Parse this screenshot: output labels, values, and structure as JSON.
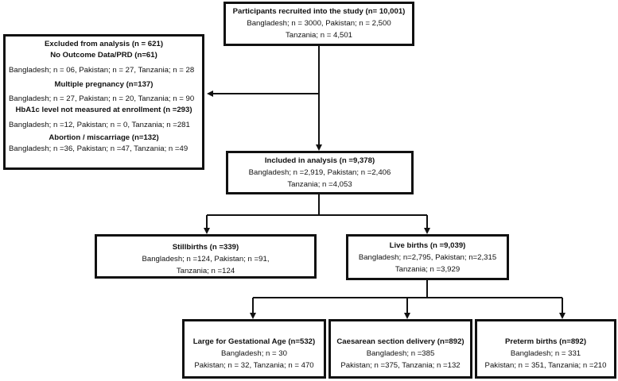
{
  "recruited": {
    "title": "Participants recruited into the study (n= 10,001)",
    "line1": "Bangladesh; n = 3000, Pakistan; n = 2,500",
    "line2": "Tanzania; n = 4,501"
  },
  "excluded": {
    "title": "Excluded from analysis (n = 621)",
    "no_outcome_title": "No Outcome Data/PRD (n=61)",
    "no_outcome_line": "Bangladesh; n = 06, Pakistan; n = 27, Tanzania; n = 28",
    "multiple_title": "Multiple pregnancy (n=137)",
    "multiple_line": "Bangladesh; n = 27, Pakistan; n = 20, Tanzania; n = 90",
    "hba1c_title": "HbA1c level not measured at enrollment (n =293)",
    "hba1c_line": "Bangladesh; n =12, Pakistan; n = 0, Tanzania; n =281",
    "abortion_title": "Abortion / miscarriage (n=132)",
    "abortion_line": "Bangladesh; n =36, Pakistan; n =47, Tanzania; n =49"
  },
  "included": {
    "title": "Included in analysis (n =9,378)",
    "line1": "Bangladesh; n =2,919, Pakistan; n =2,406",
    "line2": "Tanzania; n =4,053"
  },
  "stillbirths": {
    "title": "Stillbirths (n =339)",
    "line1": "Bangladesh; n =124, Pakistan; n =91,",
    "line2": "Tanzania; n =124"
  },
  "livebirths": {
    "title": "Live births (n =9,039)",
    "line1": "Bangladesh; n=2,795, Pakistan; n=2,315",
    "line2": "Tanzania; n =3,929"
  },
  "lga": {
    "title": "Large for Gestational Age (n=532)",
    "line1": "Bangladesh; n = 30",
    "line2": "Pakistan; n = 32, Tanzania; n = 470"
  },
  "caesarean": {
    "title": "Caesarean section delivery (n=892)",
    "line1": "Bangladesh; n =385",
    "line2": "Pakistan; n =375, Tanzania; n =132"
  },
  "preterm": {
    "title": "Preterm births (n=892)",
    "line1": "Bangladesh; n = 331",
    "line2": "Pakistan; n = 351, Tanzania; n =210"
  }
}
